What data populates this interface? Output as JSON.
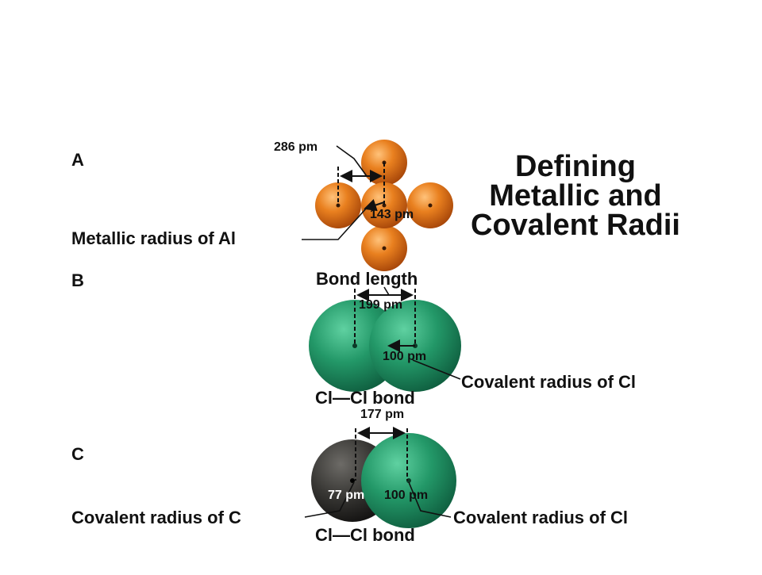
{
  "title": {
    "line1": "Defining",
    "line2": "Metallic and",
    "line3": "Covalent Radii"
  },
  "panels": {
    "a": {
      "letter": "A",
      "distance_full": "286 pm",
      "distance_half": "143 pm",
      "radius_label": "Metallic radius of Al"
    },
    "b": {
      "letter": "B",
      "bond_length_label": "Bond length",
      "bond_length_value": "199 pm",
      "radius_value": "100 pm",
      "radius_label": "Covalent radius of Cl",
      "bond_label": "Cl—Cl bond"
    },
    "c": {
      "letter": "C",
      "bond_length_value": "177 pm",
      "c_radius_value": "77 pm",
      "cl_radius_value": "100 pm",
      "c_radius_label": "Covalent radius of C",
      "cl_radius_label": "Covalent radius of Cl",
      "bond_label": "Cl—Cl bond"
    }
  },
  "colors": {
    "aluminum": "#e07a1f",
    "chlorine": "#2a9a6e",
    "carbon": "#3a3936",
    "text": "#111111"
  }
}
